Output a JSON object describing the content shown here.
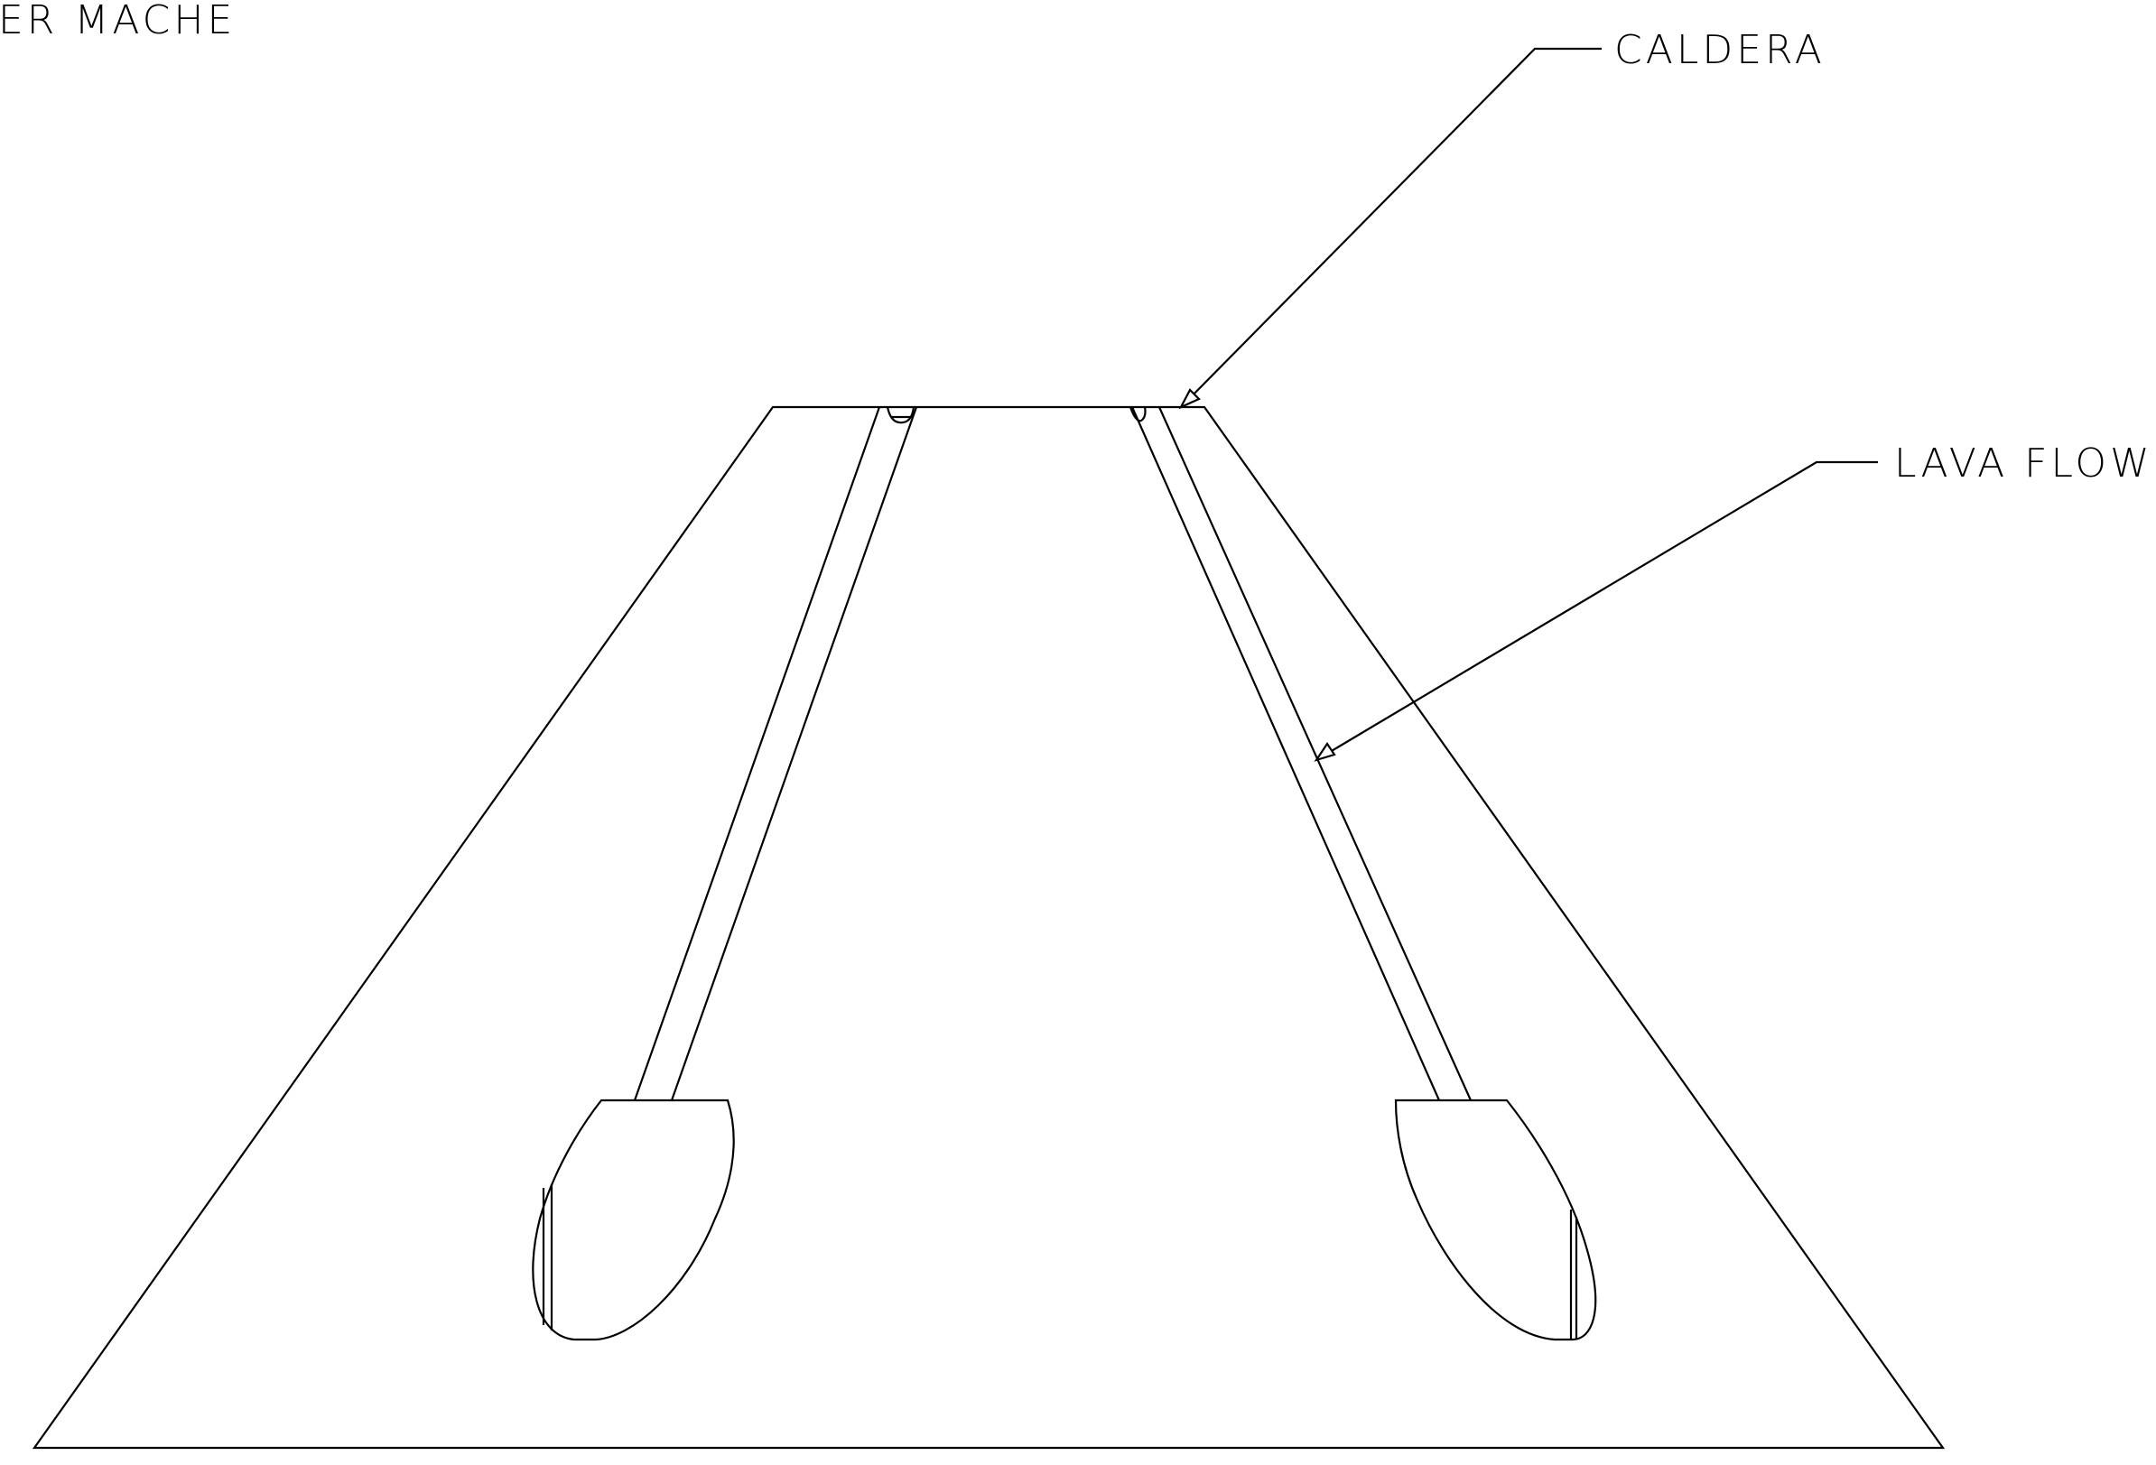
{
  "labels": {
    "material": "ER MACHE",
    "caldera": "CALDERA",
    "lava_flow": "LAVA FLOW"
  },
  "colors": {
    "background": "#ffffff",
    "line": "#000000"
  }
}
